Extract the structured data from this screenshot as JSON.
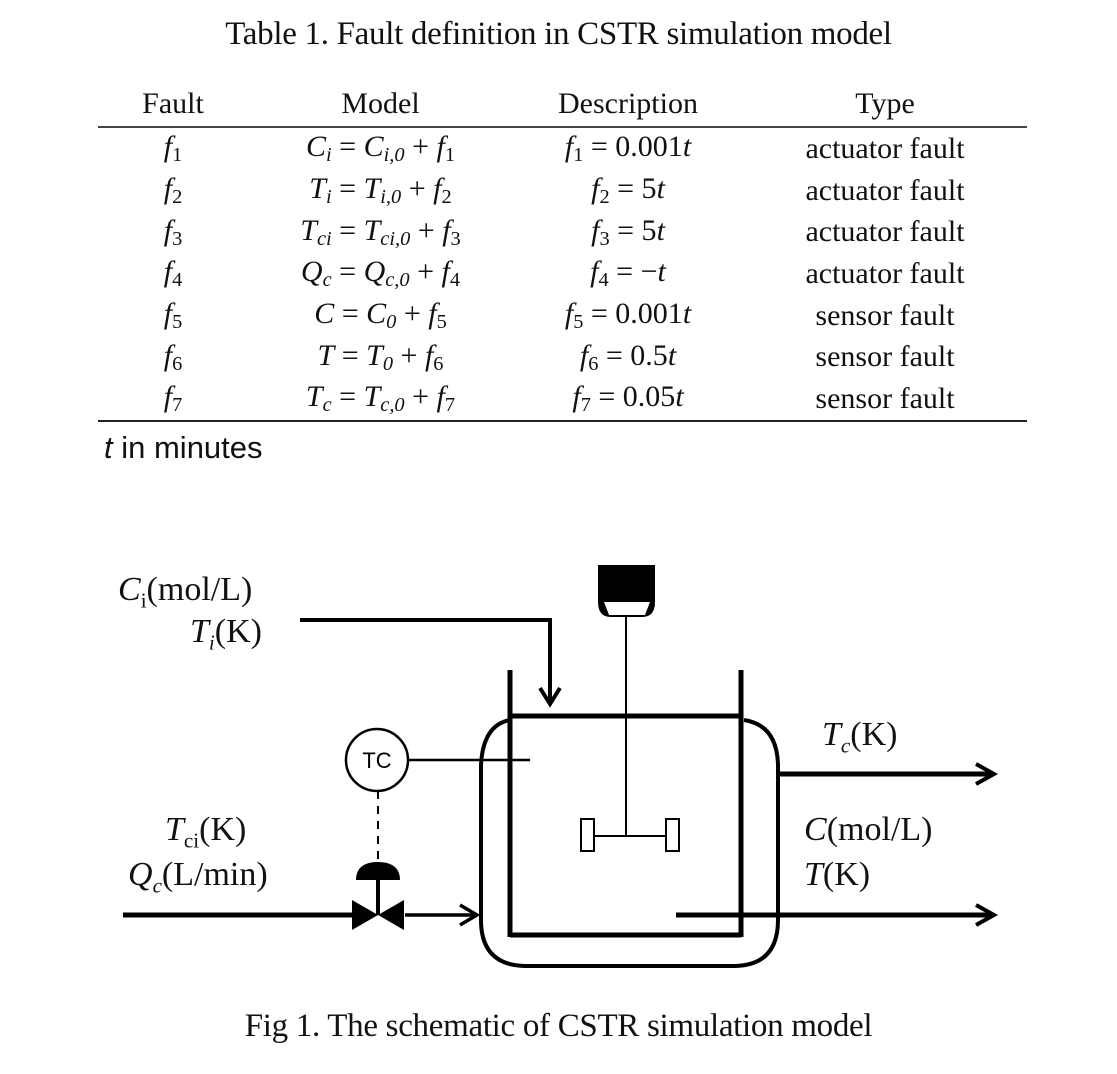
{
  "table": {
    "caption": "Table 1.  Fault definition in CSTR simulation model",
    "headers": [
      "Fault",
      "Model",
      "Description",
      "Type"
    ],
    "rows": [
      {
        "fault": "f1",
        "model": "C_i = C_{i,0} + f1",
        "description": "f1 = 0.001t",
        "type": "actuator fault"
      },
      {
        "fault": "f2",
        "model": "T_i = T_{i,0} + f2",
        "description": "f2 = 5t",
        "type": "actuator fault"
      },
      {
        "fault": "f3",
        "model": "T_ci = T_{ci,0} + f3",
        "description": "f3 = 5t",
        "type": "actuator fault"
      },
      {
        "fault": "f4",
        "model": "Q_c = Q_{c,0} + f4",
        "description": "f4 = −t",
        "type": "actuator fault"
      },
      {
        "fault": "f5",
        "model": "C = C_0 + f5",
        "description": "f5 = 0.001t",
        "type": "sensor fault"
      },
      {
        "fault": "f6",
        "model": "T = T_0 + f6",
        "description": "f6 = 0.5t",
        "type": "sensor fault"
      },
      {
        "fault": "f7",
        "model": "T_c = T_{c,0} + f7",
        "description": "f7 = 0.05t",
        "type": "sensor fault"
      }
    ],
    "note": {
      "var": "t",
      "text": " in minutes"
    }
  },
  "figure": {
    "caption": "Fig 1.  The schematic of CSTR simulation model",
    "labels": {
      "feed_concentration": {
        "sym": "C",
        "sub": "i",
        "unit": "(mol/L)"
      },
      "feed_temperature": {
        "sym": "T",
        "sub": "i",
        "unit": "(K)"
      },
      "coolant_inlet_temperature": {
        "sym": "T",
        "sub": "ci",
        "unit": "(K)"
      },
      "coolant_flow": {
        "sym": "Q",
        "sub": "c",
        "unit": "(L/min)"
      },
      "coolant_outlet_temperature": {
        "sym": "T",
        "sub": "c",
        "unit": "(K)"
      },
      "outlet_concentration": {
        "sym": "C",
        "sub": "",
        "unit": "(mol/L)"
      },
      "outlet_temperature": {
        "sym": "T",
        "sub": "",
        "unit": "(K)"
      }
    },
    "controller_label": "TC"
  }
}
